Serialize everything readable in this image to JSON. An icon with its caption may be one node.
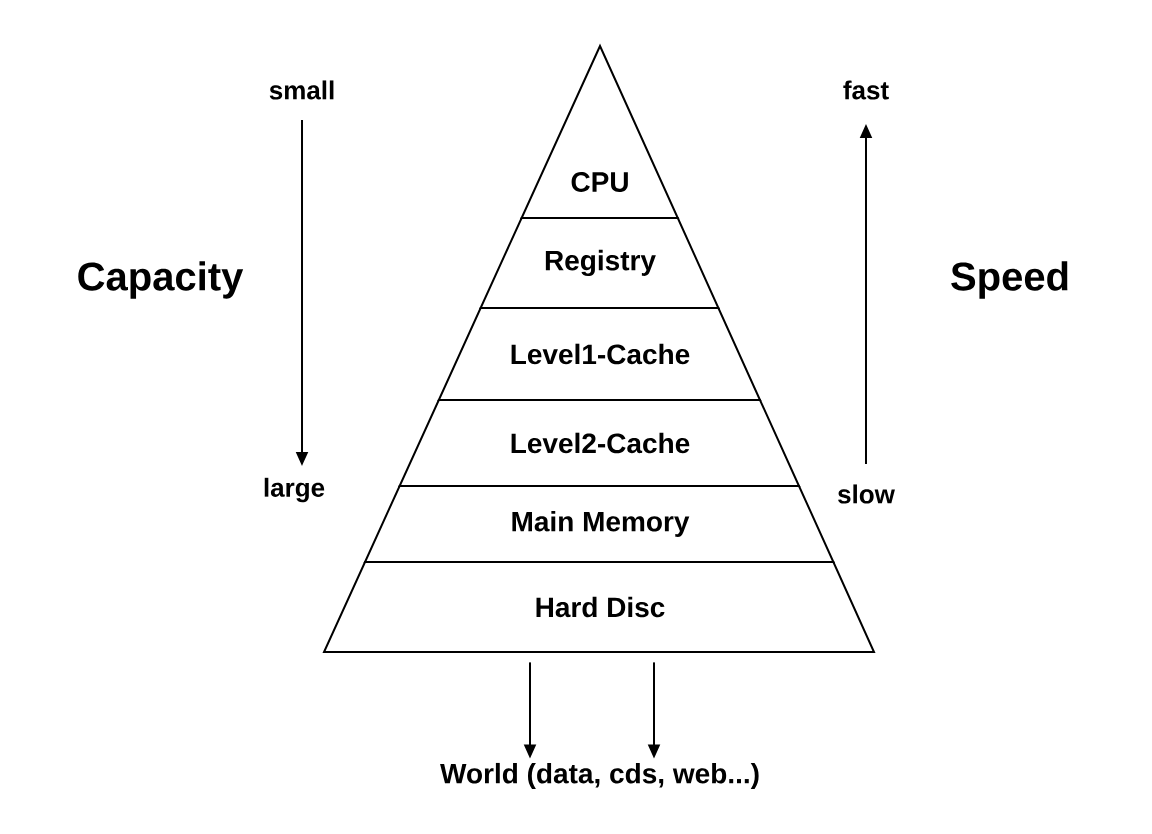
{
  "diagram": {
    "nodes": [
      {
        "text": [
          "CPU"
        ]
      },
      {
        "text": [
          "Registry"
        ]
      },
      {
        "text": [
          "Level1-Cache"
        ]
      },
      {
        "text": [
          "Level2-Cache"
        ]
      },
      {
        "text": [
          "Main Memory"
        ]
      },
      {
        "text": [
          "Hard Disc"
        ]
      },
      {
        "text": [
          "World (data, cds, web...)"
        ]
      }
    ],
    "edges": [
      {
        "from": 5,
        "to": 6,
        "arrow": "to"
      },
      {
        "from": 5,
        "to": 6,
        "arrow": "to"
      }
    ],
    "labels": [
      "small",
      "fast",
      "Capacity",
      "Speed",
      "large",
      "slow"
    ]
  }
}
